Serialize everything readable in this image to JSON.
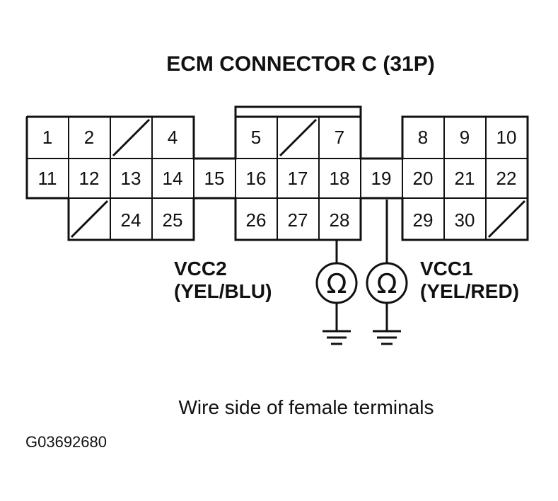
{
  "title": "ECM CONNECTOR C (31P)",
  "terminals": {
    "t1": "1",
    "t2": "2",
    "t4": "4",
    "t5": "5",
    "t7": "7",
    "t8": "8",
    "t9": "9",
    "t10": "10",
    "t11": "11",
    "t12": "12",
    "t13": "13",
    "t14": "14",
    "t15": "15",
    "t16": "16",
    "t17": "17",
    "t18": "18",
    "t19": "19",
    "t20": "20",
    "t21": "21",
    "t22": "22",
    "t24": "24",
    "t25": "25",
    "t26": "26",
    "t27": "27",
    "t28": "28",
    "t29": "29",
    "t30": "30"
  },
  "vcc2": {
    "name": "VCC2",
    "color": "(YEL/BLU)"
  },
  "vcc1": {
    "name": "VCC1",
    "color": "(YEL/RED)"
  },
  "ohmmeter_symbol": "Ω",
  "caption": "Wire side of female terminals",
  "figure_id": "G03692680"
}
